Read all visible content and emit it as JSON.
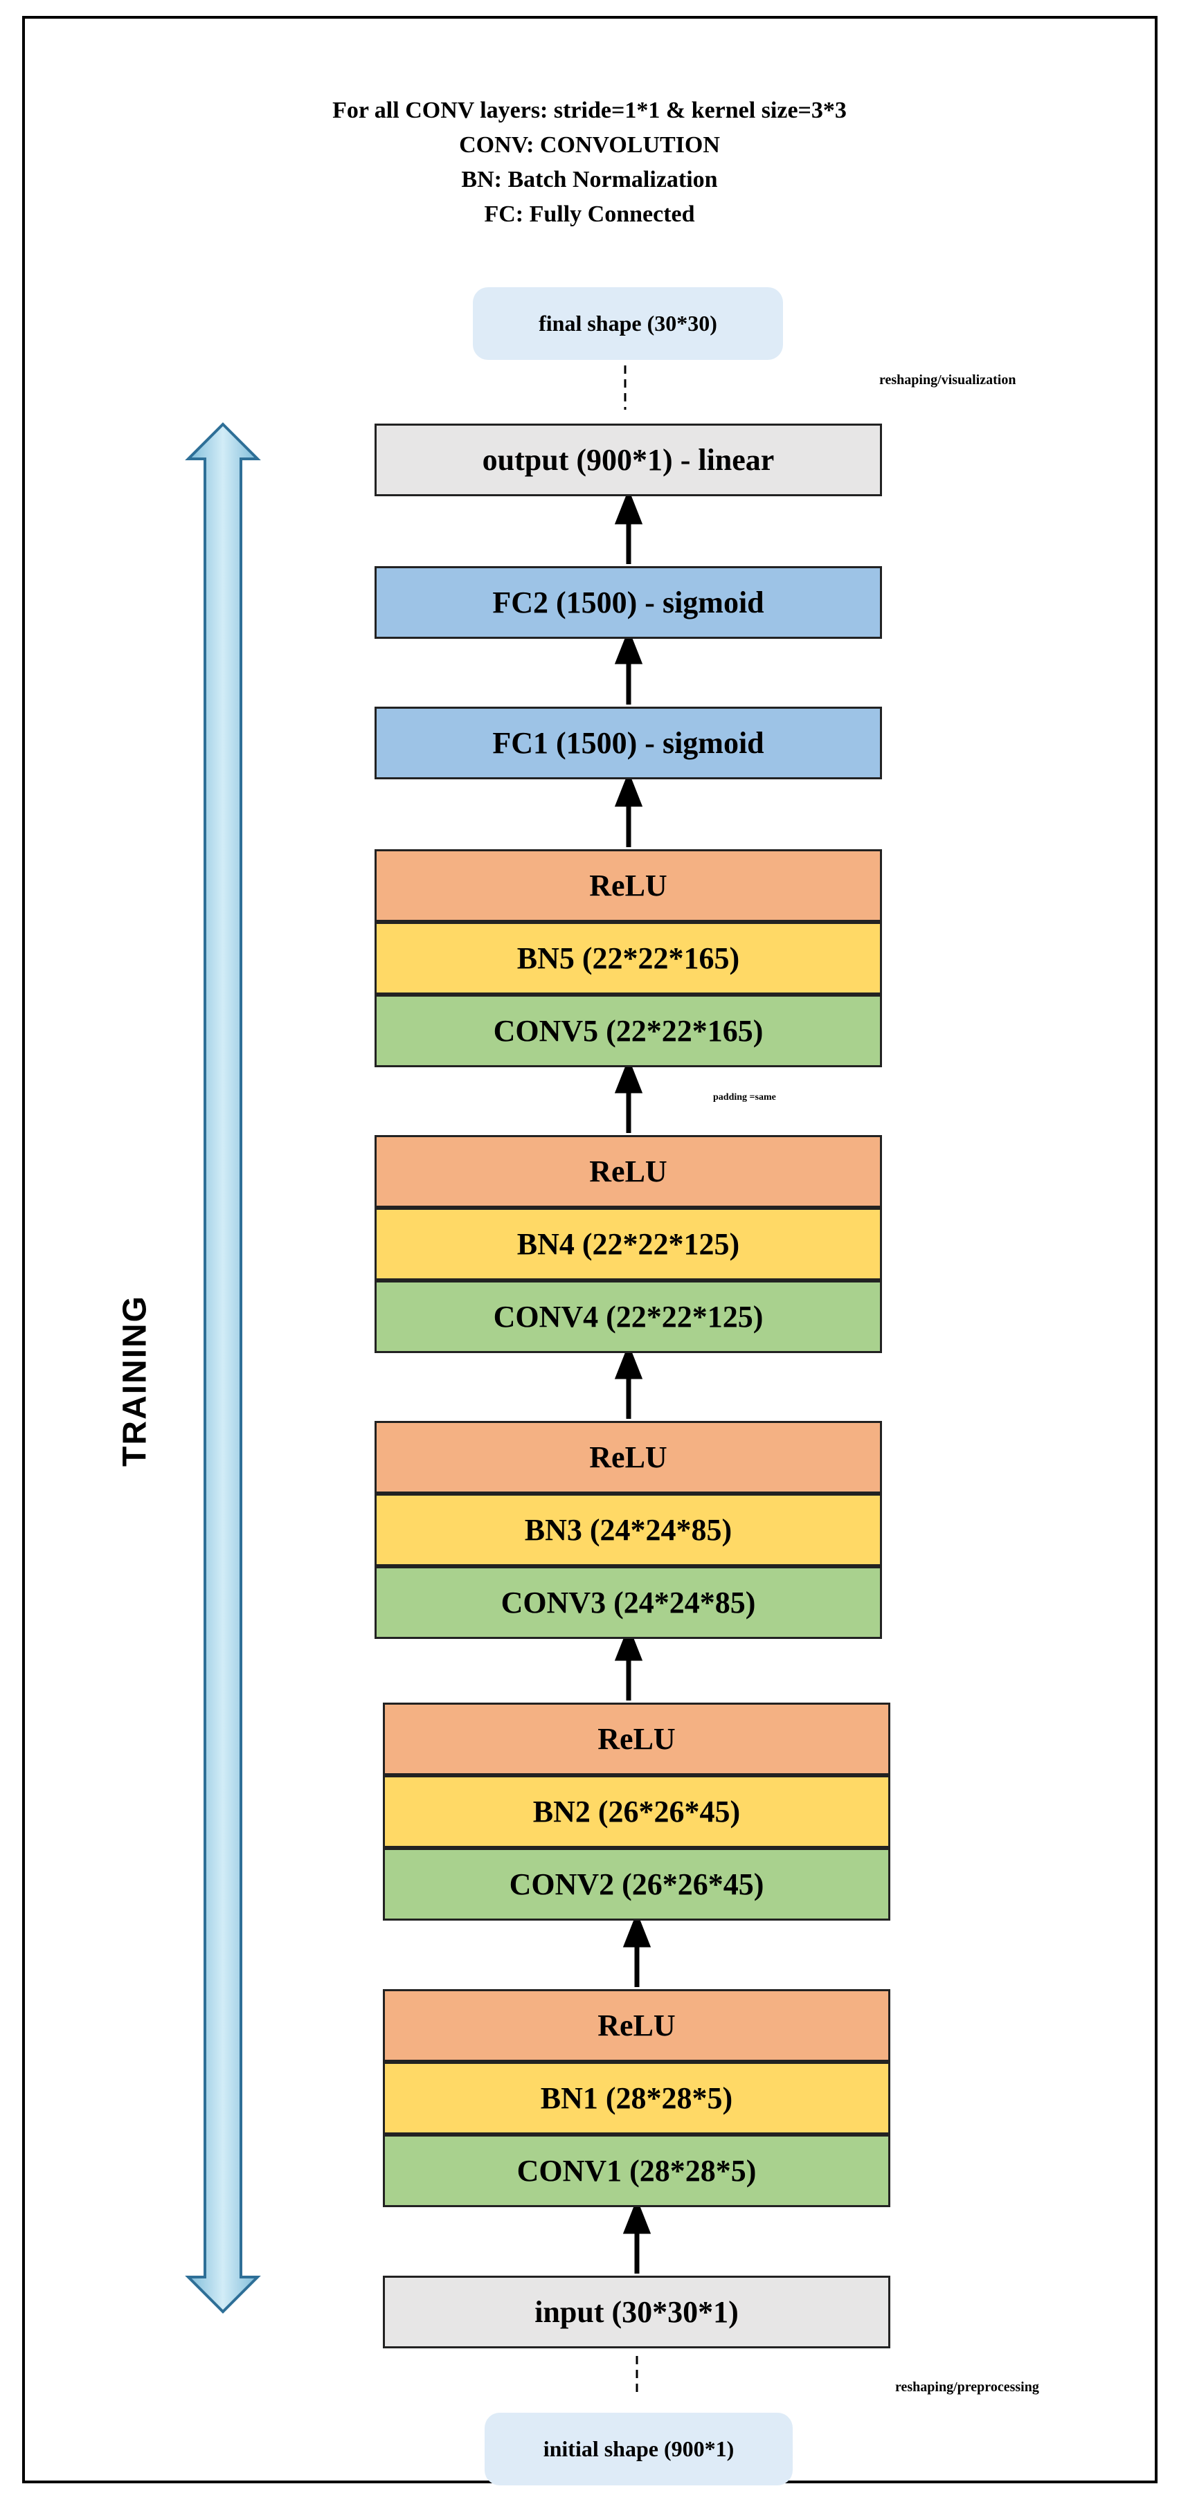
{
  "notes": [
    "For all CONV layers: stride=1*1 & kernel size=3*3",
    "CONV: CONVOLUTION",
    "BN: Batch Normalization",
    "FC: Fully Connected"
  ],
  "final_shape": "final shape (30*30)",
  "reshaping_visualization": "reshaping/visualization",
  "output": "output (900*1) - linear",
  "fc2": "FC2 (1500) - sigmoid",
  "fc1": "FC1 (1500) - sigmoid",
  "block5": {
    "relu": "ReLU",
    "bn": "BN5 (22*22*165)",
    "conv": "CONV5 (22*22*165)"
  },
  "padding": "padding =same",
  "block4": {
    "relu": "ReLU",
    "bn": "BN4 (22*22*125)",
    "conv": "CONV4 (22*22*125)"
  },
  "block3": {
    "relu": "ReLU",
    "bn": "BN3 (24*24*85)",
    "conv": "CONV3 (24*24*85)"
  },
  "block2": {
    "relu": "ReLU",
    "bn": "BN2 (26*26*45)",
    "conv": "CONV2 (26*26*45)"
  },
  "block1": {
    "relu": "ReLU",
    "bn": "BN1 (28*28*5)",
    "conv": "CONV1 (28*28*5)"
  },
  "input": "input (30*30*1)",
  "reshaping_preprocessing": "reshaping/preprocessing",
  "initial_shape": "initial shape (900*1)",
  "training": "TRAINING"
}
